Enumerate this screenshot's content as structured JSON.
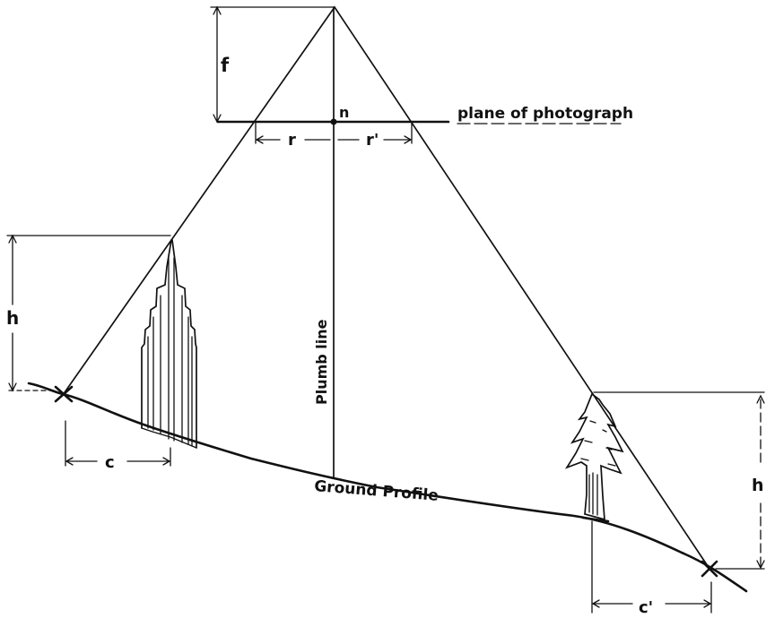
{
  "labels": {
    "f": "f",
    "n": "n",
    "plane": "plane of photograph",
    "r": "r",
    "r_prime": "r'",
    "h_left": "h",
    "plumb": "Plumb line",
    "c": "c",
    "ground": "Ground Profile",
    "h_right": "h",
    "c_prime": "c'"
  },
  "icons": [
    "building-icon",
    "tree-icon",
    "ground-point-cross-icon"
  ]
}
